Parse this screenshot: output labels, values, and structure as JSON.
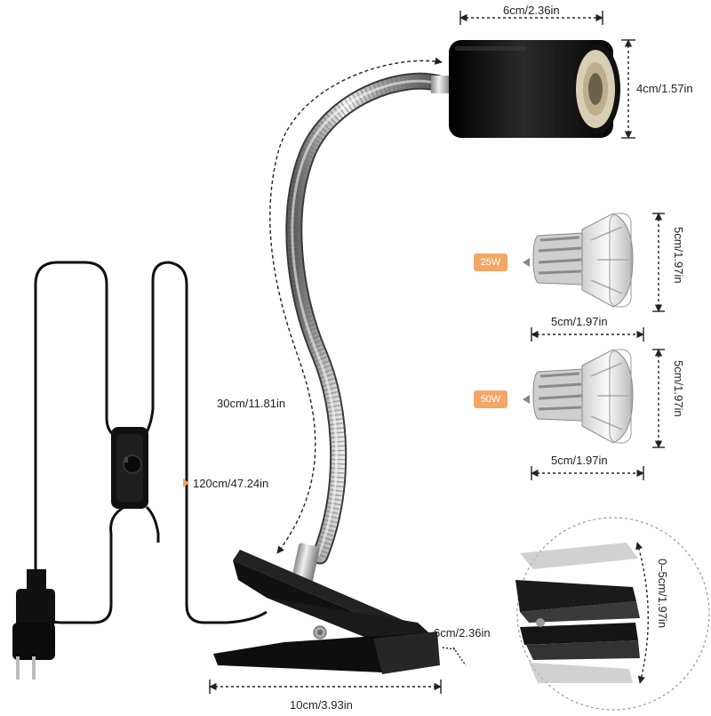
{
  "product": {
    "lamp_head": {
      "width_label": "6cm/2.36in",
      "height_label": "4cm/1.57in"
    },
    "bulb_small": {
      "power_label": "25W",
      "width_label": "5cm/1.97in",
      "height_label": "5cm/1.97in"
    },
    "bulb_large": {
      "power_label": "50W",
      "width_label": "5cm/1.97in",
      "height_label": "5cm/1.97in"
    },
    "gooseneck": {
      "length_label": "30cm/11.81in"
    },
    "cable": {
      "length_label": "120cm/47.24in"
    },
    "clamp": {
      "width_label": "10cm/3.93in",
      "height_label": "6cm/2.36in",
      "opening_label": "0–5cm/1.97in"
    }
  },
  "colors": {
    "badge_25w": "#f2a765",
    "badge_50w": "#f2a765",
    "dimension_line": "#222222",
    "metal": "#9a9a9a",
    "body": "#111111"
  }
}
